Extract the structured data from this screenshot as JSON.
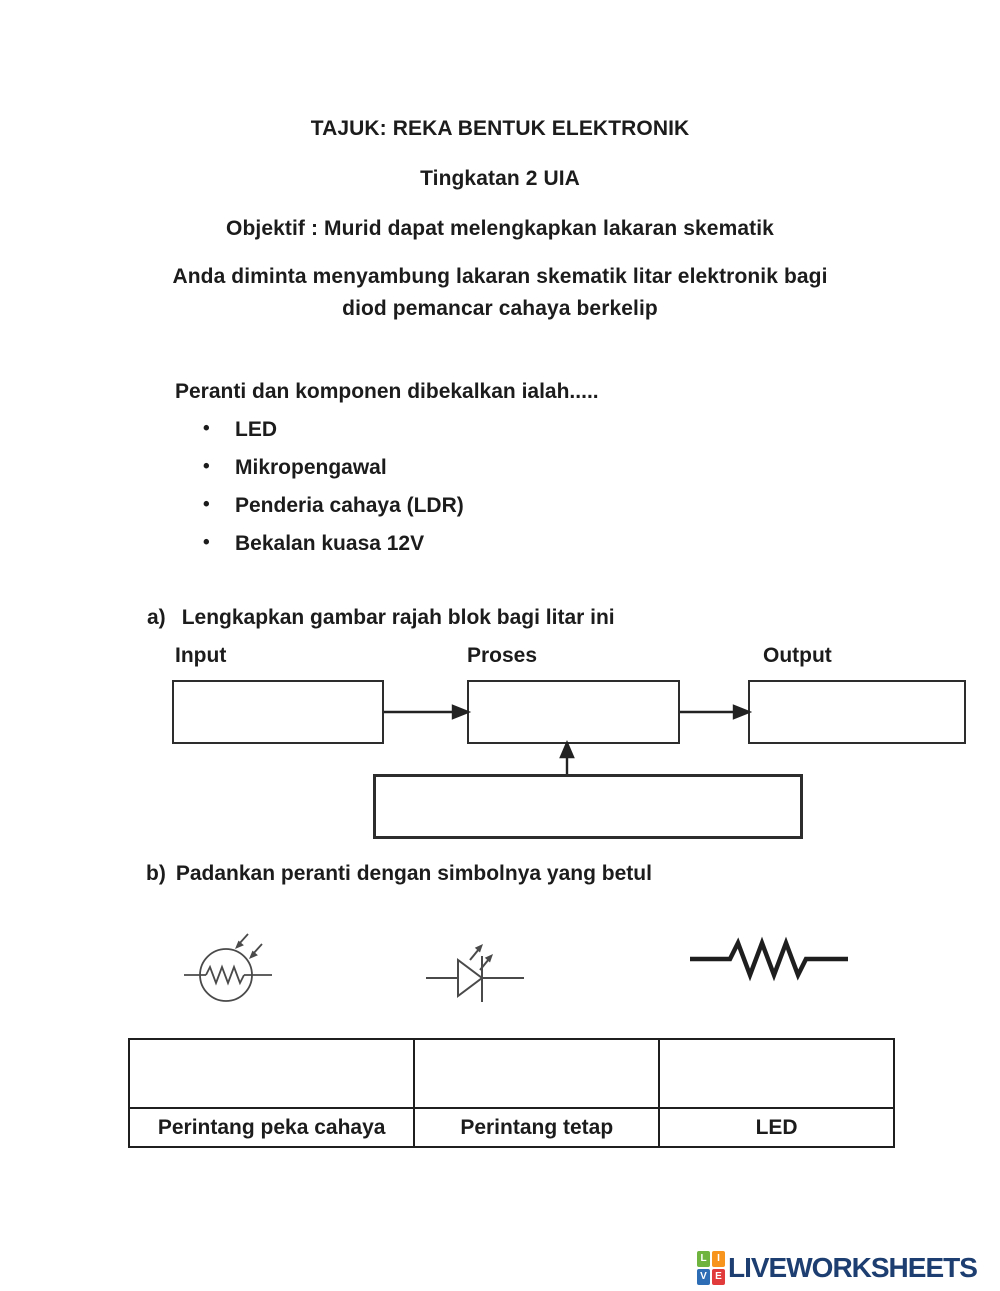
{
  "page": {
    "background": "#ffffff",
    "text_color": "#1c1c1c"
  },
  "header": {
    "title": "TAJUK: REKA BENTUK ELEKTRONIK",
    "subtitle": "Tingkatan 2 UIA",
    "objective": "Objektif : Murid dapat melengkapkan lakaran skematik",
    "instruction_line1": "Anda diminta menyambung lakaran skematik litar elektronik bagi",
    "instruction_line2": "diod pemancar cahaya berkelip"
  },
  "components": {
    "heading": "Peranti dan komponen dibekalkan ialah.....",
    "bullet_char": "•",
    "items": [
      "LED",
      "Mikropengawal",
      "Penderia cahaya (LDR)",
      "Bekalan kuasa 12V"
    ]
  },
  "section_a": {
    "label": "a)",
    "heading": "Lengkapkan gambar rajah blok bagi litar ini",
    "block_labels": {
      "input": "Input",
      "proses": "Proses",
      "output": "Output"
    }
  },
  "section_b": {
    "label": "b)",
    "heading": "Padankan peranti dengan simbolnya yang betul",
    "symbols": [
      "ldr-symbol",
      "led-symbol",
      "fixed-resistor-symbol"
    ]
  },
  "match_table": {
    "answer_labels": [
      "Perintang peka cahaya",
      "Perintang tetap",
      "LED"
    ]
  },
  "footer": {
    "brand": "LIVEWORKSHEETS",
    "brand_color": "#1d3e70",
    "logo_tiles": [
      {
        "letter": "L",
        "color": "#6eb43f"
      },
      {
        "letter": "I",
        "color": "#f7941e"
      },
      {
        "letter": "V",
        "color": "#2d6db5"
      },
      {
        "letter": "E",
        "color": "#e23b3b"
      }
    ]
  }
}
